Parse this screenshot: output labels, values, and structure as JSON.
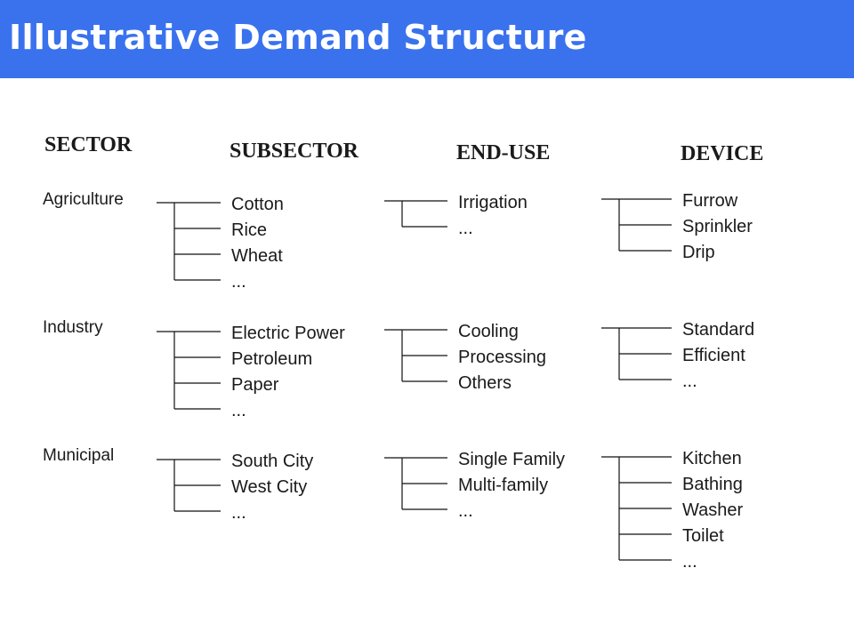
{
  "title": "Illustrative Demand Structure",
  "colors": {
    "title_bar": "#3a72ee",
    "title_text": "#ffffff",
    "text": "#1a1a1a"
  },
  "headers": {
    "sector": "SECTOR",
    "subsector": "SUBSECTOR",
    "end_use": "END-USE",
    "device": "DEVICE"
  },
  "groups": [
    {
      "sector": "Agriculture",
      "subsectors": [
        "Cotton",
        "Rice",
        "Wheat",
        "..."
      ],
      "end_uses": [
        "Irrigation",
        "..."
      ],
      "devices": [
        "Furrow",
        "Sprinkler",
        "Drip"
      ]
    },
    {
      "sector": "Industry",
      "subsectors": [
        "Electric Power",
        "Petroleum",
        "Paper",
        "..."
      ],
      "end_uses": [
        "Cooling",
        "Processing",
        "Others"
      ],
      "devices": [
        "Standard",
        "Efficient",
        "..."
      ]
    },
    {
      "sector": "Municipal",
      "subsectors": [
        "South City",
        "West City",
        "..."
      ],
      "end_uses": [
        "Single Family",
        "Multi-family",
        "..."
      ],
      "devices": [
        "Kitchen",
        "Bathing",
        "Washer",
        "Toilet",
        "..."
      ]
    }
  ]
}
